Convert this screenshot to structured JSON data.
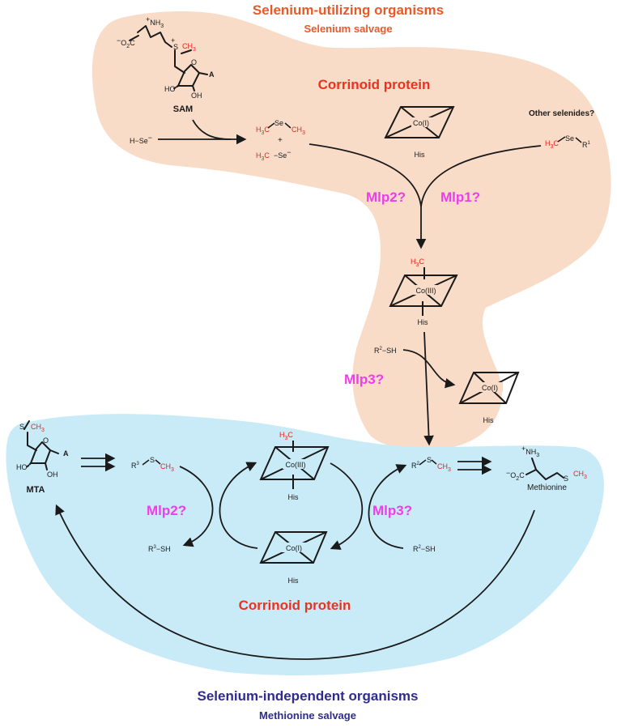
{
  "colors": {
    "top_region": "#f9dcc8",
    "bottom_region": "#c9ebf8",
    "top_title": "#e8592a",
    "corrinoid_title": "#e8331f",
    "enzyme": "#ee3ee8",
    "bottom_title": "#2f2b8f",
    "methyl_red": "#e3261c",
    "ink": "#1a1a1a"
  },
  "top": {
    "title": "Selenium-utilizing organisms",
    "subtitle": "Selenium salvage",
    "corrinoid_title": "Corrinoid protein",
    "sam": {
      "nh3": "NH",
      "nh3_sub": "3",
      "carboxylate_charge": "−",
      "carboxylate": "O",
      "carboxylate_sub": "2",
      "carboxylate_c": "C",
      "sulfonium": "S",
      "plus": "+",
      "ch3": "CH",
      "ch3_sub": "3",
      "ring_o": "O",
      "ho": "HO",
      "oh": "OH",
      "a": "A",
      "name": "SAM"
    },
    "hse": "H−Se",
    "hse_charge": "−",
    "dimethylselenide": {
      "h3c": "H",
      "h3c_sub": "3",
      "c": "C",
      "se": "Se",
      "ch3": "CH",
      "ch3_sub": "3"
    },
    "plus_sign": "+",
    "methylselenide": {
      "h3c": "H",
      "h3c_sub": "3",
      "c": "C",
      "se": "−Se",
      "charge": "−"
    },
    "co_i": "Co(I)",
    "his_1": "His",
    "other_selenides": "Other selenides?",
    "methyl_r1": {
      "h3c": "H",
      "h3c_sub": "3",
      "c": "C",
      "se": "Se",
      "r": "R",
      "r_sup": "1"
    },
    "mlp2": "Mlp2?",
    "mlp1": "Mlp1?",
    "methyl_co": {
      "h3c": "H",
      "h3c_sub": "3",
      "c": "C"
    },
    "co_iii": "Co(III)",
    "his_2": "His",
    "r2sh": {
      "r": "R",
      "sup": "2",
      "rest": "−SH"
    },
    "mlp3": "Mlp3?",
    "co_i_2": "Co(I)",
    "his_3": "His"
  },
  "bottom": {
    "mta": {
      "s": "S",
      "ch3": "CH",
      "ch3_sub": "3",
      "ring_o": "O",
      "ho": "HO",
      "oh": "OH",
      "a": "A",
      "name": "MTA"
    },
    "r3_methyl": {
      "r": "R",
      "sup": "3",
      "s": "S",
      "ch3": "CH",
      "ch3_sub": "3"
    },
    "methyl_co": {
      "h3c": "H",
      "h3c_sub": "3",
      "c": "C"
    },
    "co_iii": "Co(III)",
    "his_top": "His",
    "r2_methyl": {
      "r": "R",
      "sup": "2",
      "s": "S",
      "ch3": "CH",
      "ch3_sub": "3"
    },
    "methionine": {
      "plus": "+",
      "nh3": "NH",
      "nh3_sub": "3",
      "charge": "−",
      "o2c": "O",
      "o2c_sub": "2",
      "c": "C",
      "s": "S",
      "ch3": "CH",
      "ch3_sub": "3",
      "name": "Methionine"
    },
    "mlp2": "Mlp2?",
    "mlp3": "Mlp3?",
    "r3sh": {
      "r": "R",
      "sup": "3",
      "rest": "−SH"
    },
    "co_i": "Co(I)",
    "r2sh": {
      "r": "R",
      "sup": "2",
      "rest": "−SH"
    },
    "his_bottom": "His",
    "corrinoid_title": "Corrinoid protein",
    "title": "Selenium-independent organisms",
    "subtitle": "Methionine salvage"
  }
}
